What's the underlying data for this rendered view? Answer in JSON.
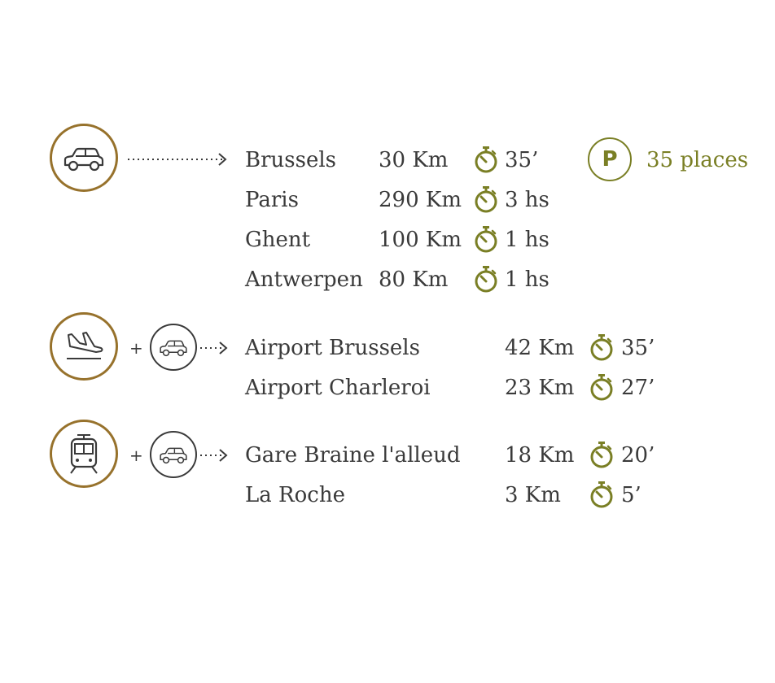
{
  "accent_color": "#97722c",
  "timer_color": "#7a7f25",
  "car_routes": [
    {
      "city": "Brussels",
      "distance": "30 Km",
      "time": "35’"
    },
    {
      "city": "Paris",
      "distance": "290 Km",
      "time": "3 hs"
    },
    {
      "city": "Ghent",
      "distance": "100 Km",
      "time": "1 hs"
    },
    {
      "city": "Antwerpen",
      "distance": "80 Km",
      "time": "1 hs"
    }
  ],
  "parking": {
    "icon_letter": "P",
    "label": "35 places"
  },
  "plane_routes": [
    {
      "place": "Airport Brussels",
      "distance": "42 Km",
      "time": "35’"
    },
    {
      "place": "Airport Charleroi",
      "distance": "23 Km",
      "time": "27’"
    }
  ],
  "train_routes": [
    {
      "place": "Gare Braine l'alleud",
      "distance": "18 Km",
      "time": "20’"
    },
    {
      "place": "La Roche",
      "distance": "3 Km",
      "time": "5’"
    }
  ],
  "plus_sign": "+",
  "icons": [
    "car-icon",
    "plane-landing-icon",
    "train-icon",
    "timer-icon",
    "parking-icon",
    "dotted-arrow-icon"
  ]
}
